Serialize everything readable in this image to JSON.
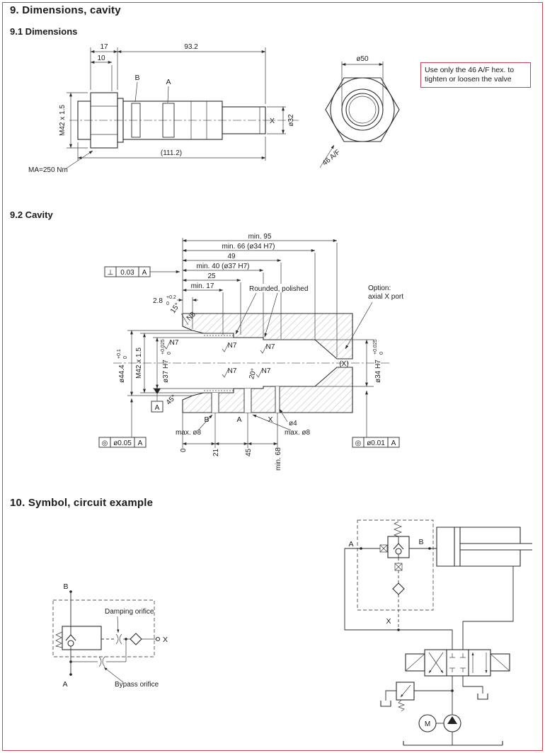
{
  "colors": {
    "accent_red": "#cf3f52",
    "ink": "#1a1a1a"
  },
  "headings": {
    "section9": "9. Dimensions, cavity",
    "section91": "9.1 Dimensions",
    "section92": "9.2 Cavity",
    "section10": "10. Symbol, circuit example"
  },
  "dims": {
    "dim17": "17",
    "dim93_2": "93.2",
    "dim10": "10",
    "portB": "B",
    "portA": "A",
    "portX": "X",
    "thread": "M42 x 1.5",
    "dia32": "ø32",
    "overall": "(111.2)",
    "torque": "MA=250 Nm",
    "dia50": "ø50",
    "hex_af": "46 A/F",
    "note": "Use only the 46 A/F hex. to tighten or loosen the valve"
  },
  "cav": {
    "min95": "min. 95",
    "min66": "min. 66 (ø34 H7)",
    "d49": "49",
    "min40": "min. 40 (ø37 H7)",
    "d25": "25",
    "min17": "min. 17",
    "d2_8": "2.8",
    "d2_8_sup": "+0.2",
    "d2_8_sub": "0",
    "sym_perp": "⊥",
    "tol_flat": "0.03",
    "datumA": "A",
    "ang15": "15°",
    "ang45": "45°",
    "ang20": "20°",
    "n8": "N8",
    "n7": "N7",
    "rounded": "Rounded, polished",
    "option1": "Option:",
    "option2": "axial X port",
    "dia44_4": "ø44.4",
    "dia44_4_sup": "+0.1",
    "dia44_4_sub": "0",
    "thread": "M42 x 1.5",
    "dia37": "ø37 H7",
    "dia37_sup": "+0.025",
    "dia37_sub": "0",
    "dia34": "ø34 H7",
    "dia34_sup": "+0.025",
    "dia34_sub": "0",
    "xref": "(X)",
    "portB": "B",
    "portA": "A",
    "portX": "X",
    "dia4": "ø4",
    "max8": "max. ø8",
    "p0": "0",
    "p21": "21",
    "p45": "45",
    "p68": "min. 68",
    "sym_conc": "◎",
    "tol_conc1": "ø0.05",
    "tol_conc2": "ø0.01"
  },
  "sym": {
    "portB": "B",
    "portA": "A",
    "portX": "X",
    "damping": "Damping orifice",
    "bypass": "Bypass orifice"
  },
  "cir": {
    "portA": "A",
    "portB": "B",
    "portX": "X",
    "motor": "M"
  }
}
